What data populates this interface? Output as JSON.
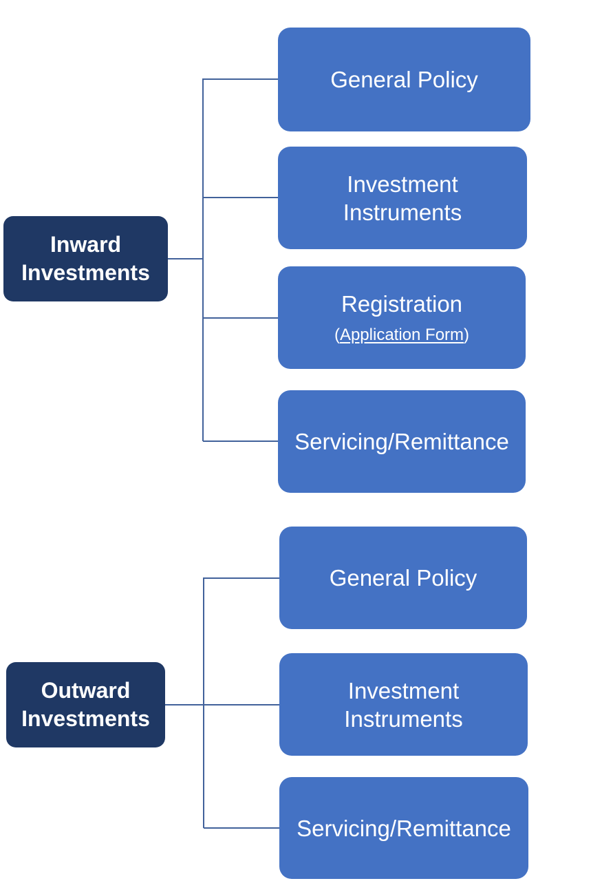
{
  "groups": [
    {
      "root": {
        "line1": "Inward",
        "line2": "Investments"
      },
      "children": [
        {
          "line1": "General Policy"
        },
        {
          "line1": "Investment",
          "line2": "Instruments"
        },
        {
          "line1": "Registration",
          "sub_open": "(",
          "sub_link": "Application Form",
          "sub_close": ")"
        },
        {
          "line1": "Servicing/Remittance"
        }
      ]
    },
    {
      "root": {
        "line1": "Outward",
        "line2": "Investments"
      },
      "children": [
        {
          "line1": "General Policy"
        },
        {
          "line1": "Investment",
          "line2": "Instruments"
        },
        {
          "line1": "Servicing/Remittance"
        }
      ]
    }
  ],
  "colors": {
    "root_fill": "#1f3864",
    "child_fill": "#4472c4",
    "connector": "#41619a",
    "text": "#ffffff"
  }
}
